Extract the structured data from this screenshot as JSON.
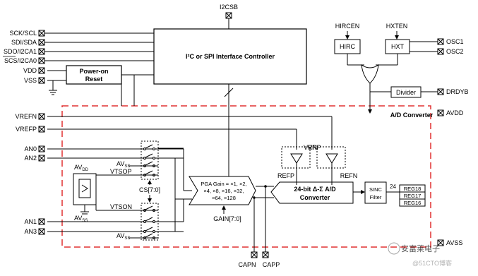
{
  "top_pin": "I2CSB",
  "left_pins": [
    "SCK/SCL",
    "SDI/SDA",
    "SDO/I2CA1",
    "SCS/I2CA0",
    "VDD",
    "VSS",
    "VREFN",
    "VREFP",
    "AN0",
    "AN2",
    "AN1",
    "AN3"
  ],
  "right_pins": [
    "OSC1",
    "OSC2",
    "DRDYB",
    "AVDD",
    "AVSS"
  ],
  "bottom_pins": [
    "CAPN",
    "CAPP"
  ],
  "blocks": {
    "interface_controller": "I²C or SPI Interface Controller",
    "power_on_reset_line1": "Power-on",
    "power_on_reset_line2": "Reset",
    "hirc": "HIRC",
    "hxt": "HXT",
    "hircen": "HIRCEN",
    "hxten": "HXTEN",
    "divider": "Divider",
    "ad_converter_title": "A/D Converter",
    "adc_line1": "24-bit Δ-Σ A/D",
    "adc_line2": "Converter",
    "sinc_line1": "SINC",
    "sinc_line2": "Filter",
    "bus_width": "24",
    "registers": [
      "REG18",
      "REG17",
      "REG16"
    ],
    "pga_line1": "PGA Gain = ×1, ×2,",
    "pga_line2": "×4, ×8, ×16, ×32,",
    "pga_line3": "×64, ×128",
    "gain_label": "GAIN[7:0]",
    "cs_label": "CS[7:0]",
    "vrp": "VRP",
    "vrn": "VRN",
    "refp": "REFP",
    "refn": "REFN",
    "vtsop": "VTSOP",
    "vtson": "VTSON",
    "avdd_label": "AV",
    "avdd_sub": "DD",
    "avss_label": "AV",
    "avss_sub": "SS"
  },
  "watermark": {
    "line1": "安富莱电子",
    "line2": "@51CTO博客"
  },
  "colors": {
    "line": "#000000",
    "boundary": "#e03030",
    "switch_box": "#000000"
  }
}
